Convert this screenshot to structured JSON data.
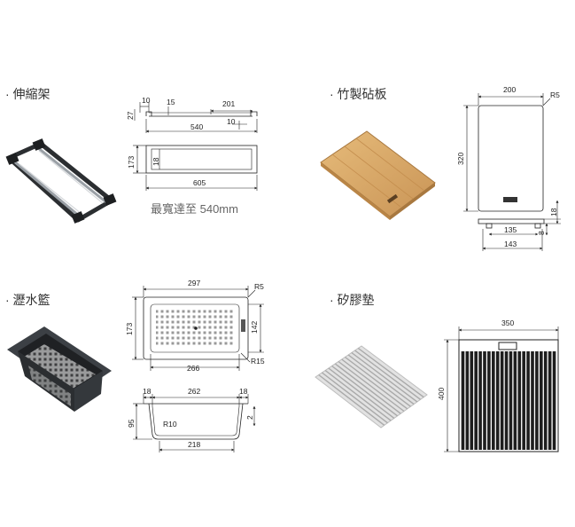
{
  "sections": {
    "expand_rack": {
      "title": "· 伸縮架",
      "note": "最寬達至 540mm",
      "dims": {
        "d10a": "10",
        "d15": "15",
        "d201": "201",
        "d27": "27",
        "d540": "540",
        "d10b": "10",
        "d173": "173",
        "d18": "18",
        "d605": "605"
      }
    },
    "cutting_board": {
      "title": "· 竹製砧板",
      "dims": {
        "d200": "200",
        "r5": "R5",
        "d320": "320",
        "d18": "18",
        "d8": "8",
        "d135": "135",
        "d143": "143"
      }
    },
    "drain_basket": {
      "title": "· 瀝水籃",
      "dims": {
        "d297": "297",
        "r5": "R5",
        "d173": "173",
        "d142": "142",
        "d266": "266",
        "r15": "R15",
        "d18a": "18",
        "d262": "262",
        "d18b": "18",
        "d95": "95",
        "r10": "R10",
        "d2": "2",
        "d218": "218"
      }
    },
    "silicone_mat": {
      "title": "· 矽膠墊",
      "dims": {
        "d350": "350",
        "d400": "400"
      }
    }
  },
  "colors": {
    "line": "#222222",
    "bamboo": "#d9ab6a",
    "dark": "#2b2e31",
    "mat": "#dcdcdc"
  }
}
